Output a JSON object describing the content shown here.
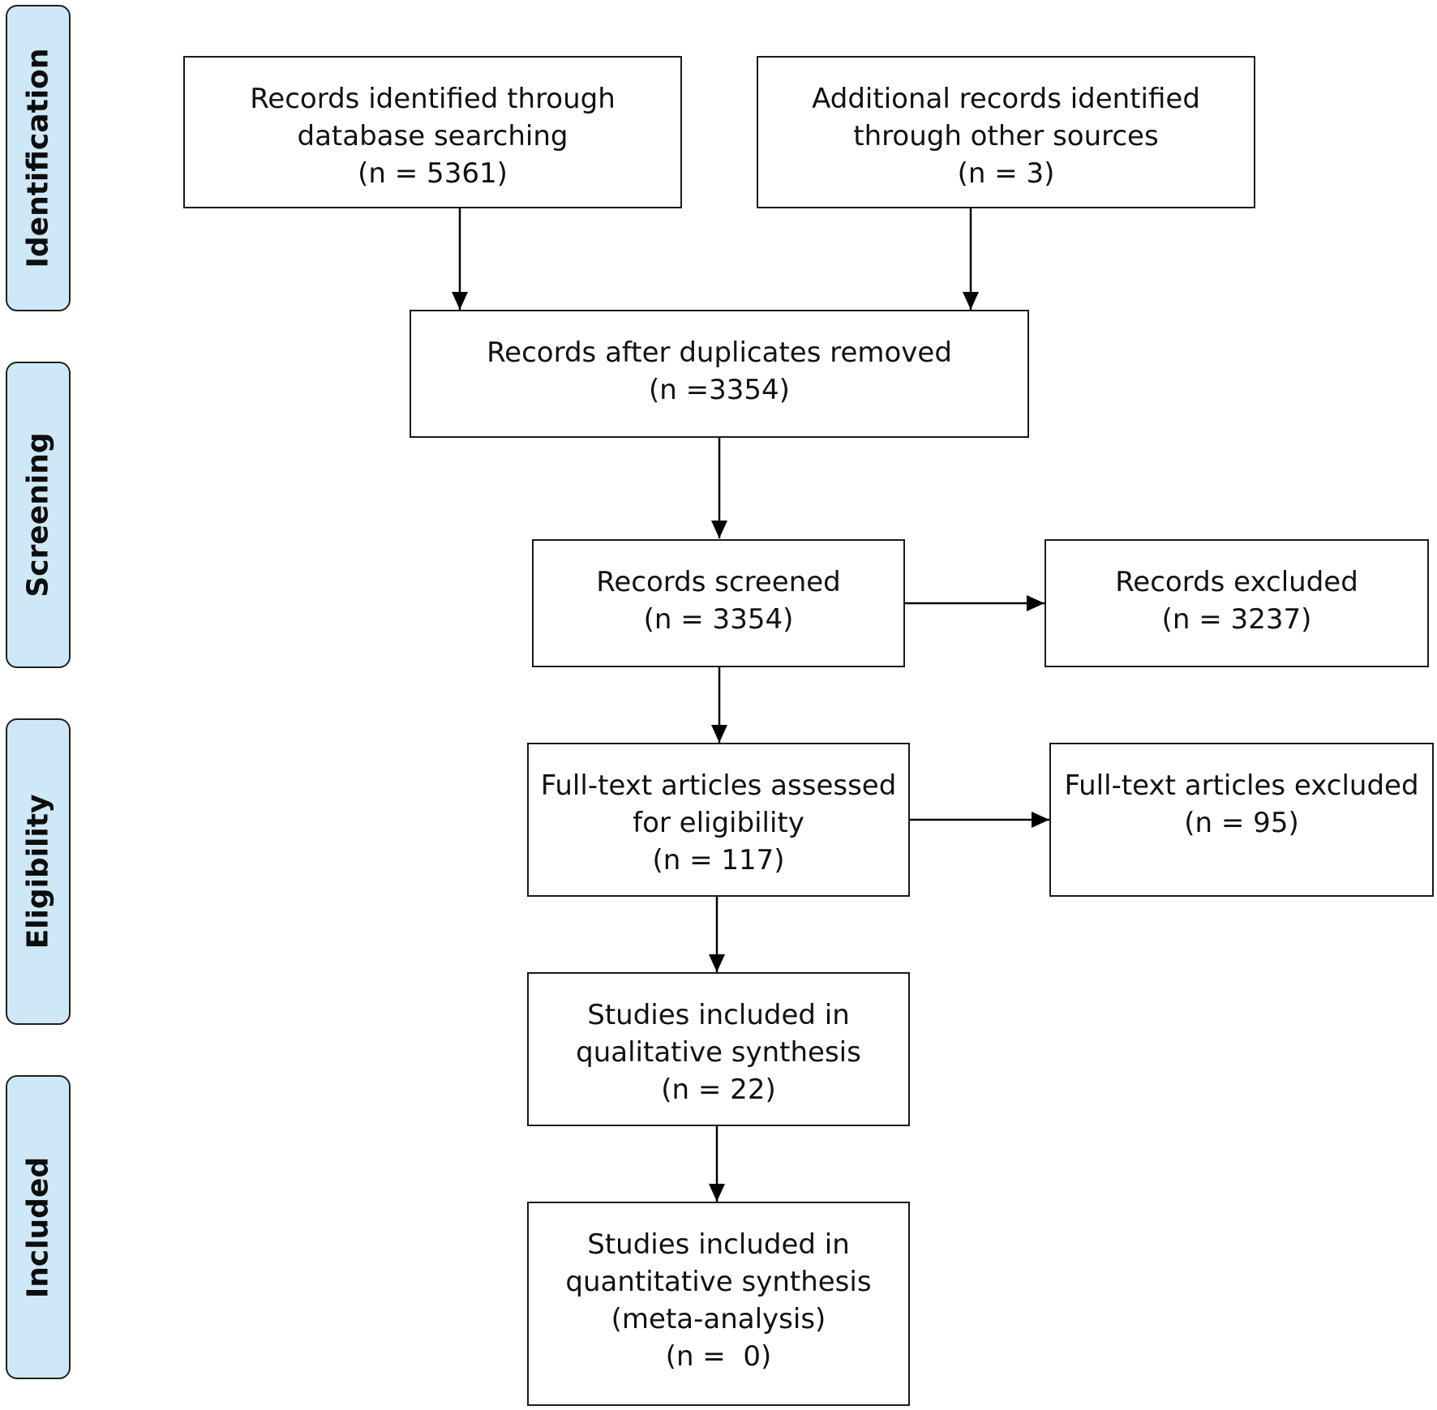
{
  "phases": {
    "identification": "Identification",
    "screening": "Screening",
    "eligibility": "Eligibility",
    "included": "Included"
  },
  "boxes": {
    "database": {
      "line1": "Records identified through",
      "line2": "database searching",
      "line3": "(n = 5361)"
    },
    "other_sources": {
      "line1": "Additional records identified",
      "line2": "through other sources",
      "line3": "(n = 3)"
    },
    "duplicates_removed": {
      "line1": "Records after duplicates removed",
      "line2": "(n =3354)"
    },
    "screened": {
      "line1": "Records screened",
      "line2": "(n = 3354)"
    },
    "excluded": {
      "line1": "Records excluded",
      "line2": "(n = 3237)"
    },
    "fulltext_assessed": {
      "line1": "Full-text articles assessed",
      "line2": "for eligibility",
      "line3": "(n = 117)"
    },
    "fulltext_excluded": {
      "line1": "Full-text articles excluded",
      "line2": "(n = 95)"
    },
    "qualitative": {
      "line1": "Studies included in",
      "line2": "qualitative synthesis",
      "line3": "(n = 22)"
    },
    "quantitative": {
      "line1": "Studies included in",
      "line2": "quantitative synthesis",
      "line3": "(meta-analysis)",
      "line4": "(n =  0)"
    }
  }
}
